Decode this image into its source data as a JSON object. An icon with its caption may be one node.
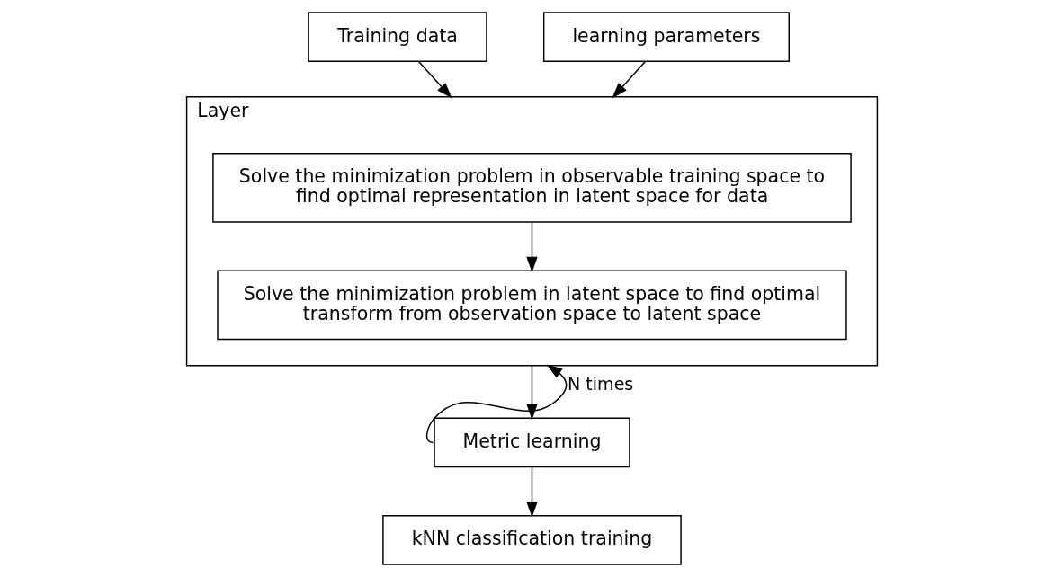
{
  "diagram": {
    "nodes": [
      {
        "text": [
          "Training data"
        ]
      },
      {
        "text": [
          "learning parameters"
        ]
      },
      {
        "text": [
          "Layer"
        ]
      },
      {
        "text": [
          "Solve the minimization problem in observable training space to find optimal representation in latent space for data"
        ],
        "in": 2
      },
      {
        "text": [
          "Solve the minimization problem in latent space to find optimal transform from observation space to latent space"
        ],
        "in": 2
      },
      {
        "text": [
          "Metric learning"
        ]
      },
      {
        "text": [
          "kNN classification training"
        ]
      }
    ],
    "edges": [
      {
        "from": 0,
        "to": 2,
        "arrow": "to"
      },
      {
        "from": 1,
        "to": 2,
        "arrow": "to"
      },
      {
        "from": 3,
        "to": 4,
        "arrow": "to"
      },
      {
        "from": 2,
        "to": 5,
        "arrow": "to"
      },
      {
        "from": 5,
        "to": 6,
        "arrow": "to"
      },
      {
        "from": 5,
        "to": 2,
        "arrow": "to",
        "label": "N times"
      }
    ]
  }
}
